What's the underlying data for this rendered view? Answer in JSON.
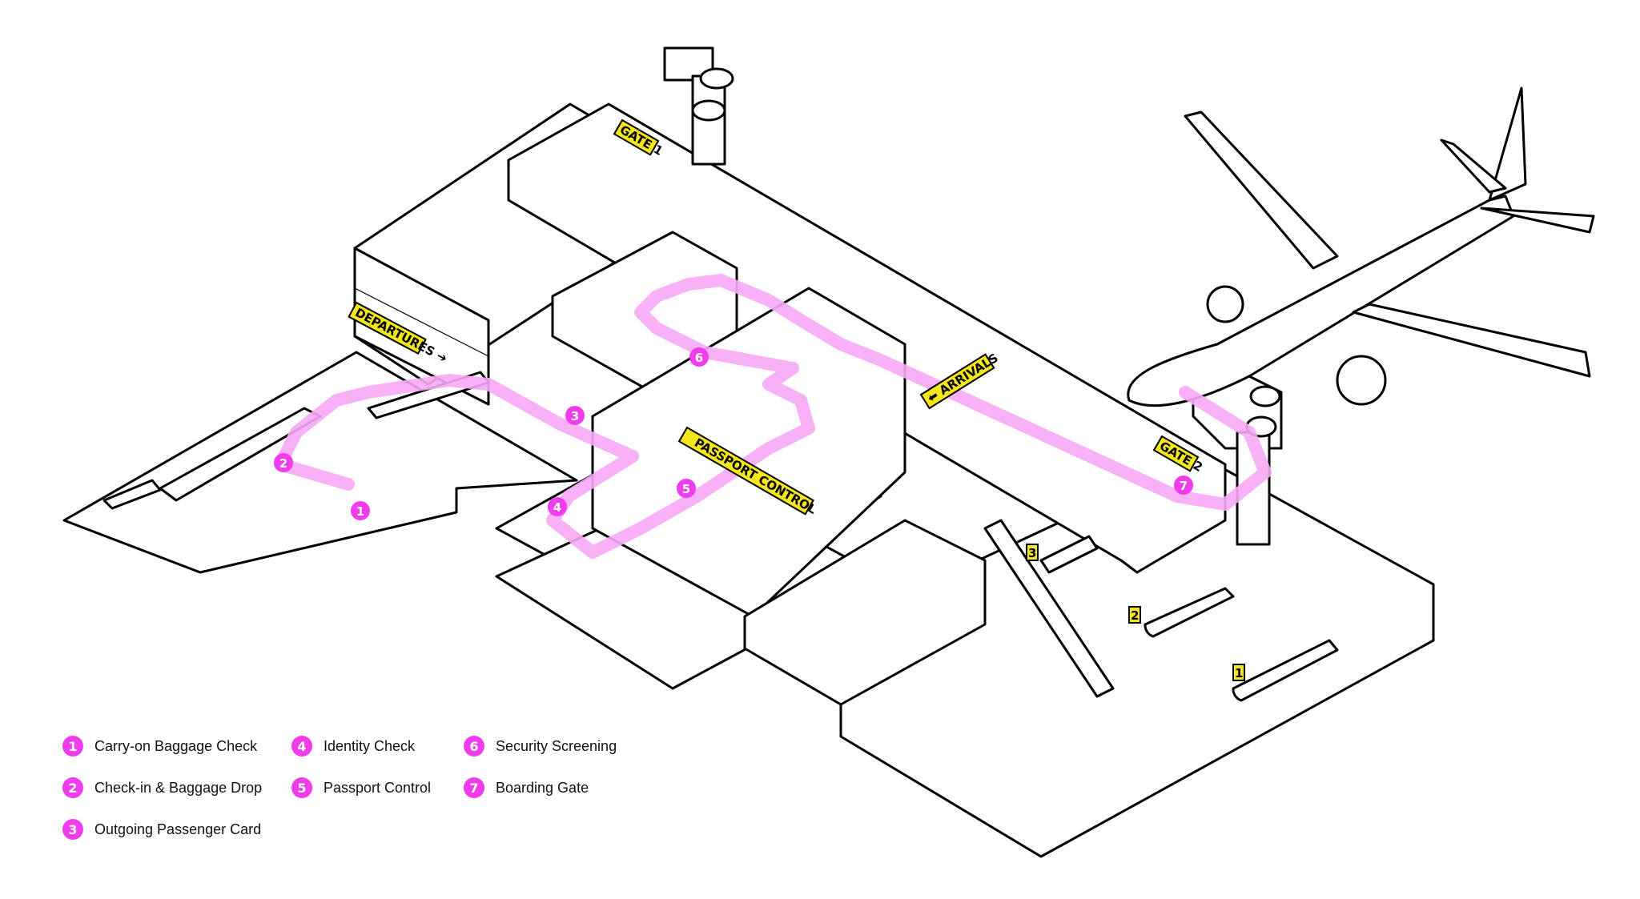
{
  "diagram": {
    "title": "Airport departure passenger journey",
    "signs": {
      "departures": "DEPARTURES ➔",
      "gate1": "GATE 1",
      "gate2": "GATE 2",
      "passport_control": "PASSPORT CONTROL",
      "arrivals": "⬅ ARRIVALS",
      "carousel1": "1",
      "carousel2": "2",
      "carousel3": "3"
    },
    "markers": [
      {
        "num": "1"
      },
      {
        "num": "2"
      },
      {
        "num": "3"
      },
      {
        "num": "4"
      },
      {
        "num": "5"
      },
      {
        "num": "6"
      },
      {
        "num": "7"
      }
    ],
    "colors": {
      "path": "#f7a8f5",
      "marker": "#f03ced",
      "sign": "#f5e619",
      "line": "#000000"
    }
  },
  "legend": {
    "items": [
      {
        "num": "1",
        "label": "Carry-on Baggage Check"
      },
      {
        "num": "2",
        "label": "Check-in & Baggage Drop"
      },
      {
        "num": "3",
        "label": "Outgoing Passenger Card"
      },
      {
        "num": "4",
        "label": "Identity Check"
      },
      {
        "num": "5",
        "label": "Passport Control"
      },
      {
        "num": "6",
        "label": "Security Screening"
      },
      {
        "num": "7",
        "label": "Boarding Gate"
      }
    ]
  }
}
